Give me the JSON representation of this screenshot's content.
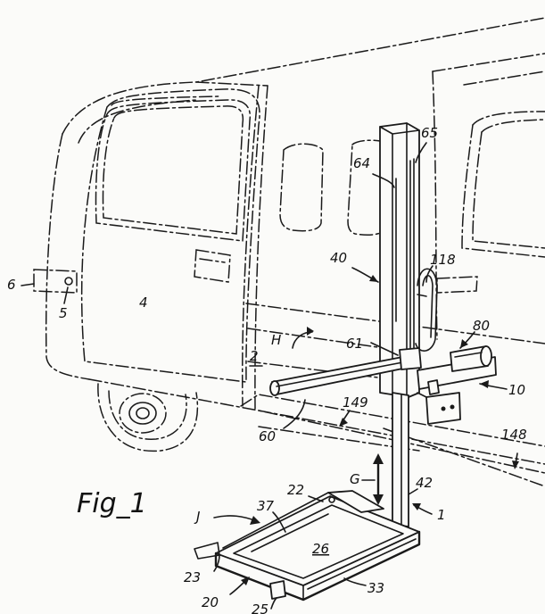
{
  "figure": {
    "caption": "Fig_1"
  },
  "reference_numerals": [
    {
      "id": "n6",
      "text": "6"
    },
    {
      "id": "n5",
      "text": "5"
    },
    {
      "id": "n4",
      "text": "4"
    },
    {
      "id": "n2",
      "text": "2"
    },
    {
      "id": "nH",
      "text": "H"
    },
    {
      "id": "n40",
      "text": "40"
    },
    {
      "id": "n64",
      "text": "64"
    },
    {
      "id": "n65",
      "text": "65"
    },
    {
      "id": "n118",
      "text": "118"
    },
    {
      "id": "n80",
      "text": "80"
    },
    {
      "id": "n61",
      "text": "61"
    },
    {
      "id": "n10",
      "text": "10"
    },
    {
      "id": "n149",
      "text": "149"
    },
    {
      "id": "n60",
      "text": "60"
    },
    {
      "id": "n148",
      "text": "148"
    },
    {
      "id": "nG",
      "text": "G"
    },
    {
      "id": "n22",
      "text": "22"
    },
    {
      "id": "n42",
      "text": "42"
    },
    {
      "id": "n1",
      "text": "1"
    },
    {
      "id": "nJ",
      "text": "J"
    },
    {
      "id": "n37",
      "text": "37"
    },
    {
      "id": "n26",
      "text": "26"
    },
    {
      "id": "n23",
      "text": "23"
    },
    {
      "id": "n20",
      "text": "20"
    },
    {
      "id": "n33",
      "text": "33"
    },
    {
      "id": "n25",
      "text": "25"
    }
  ]
}
